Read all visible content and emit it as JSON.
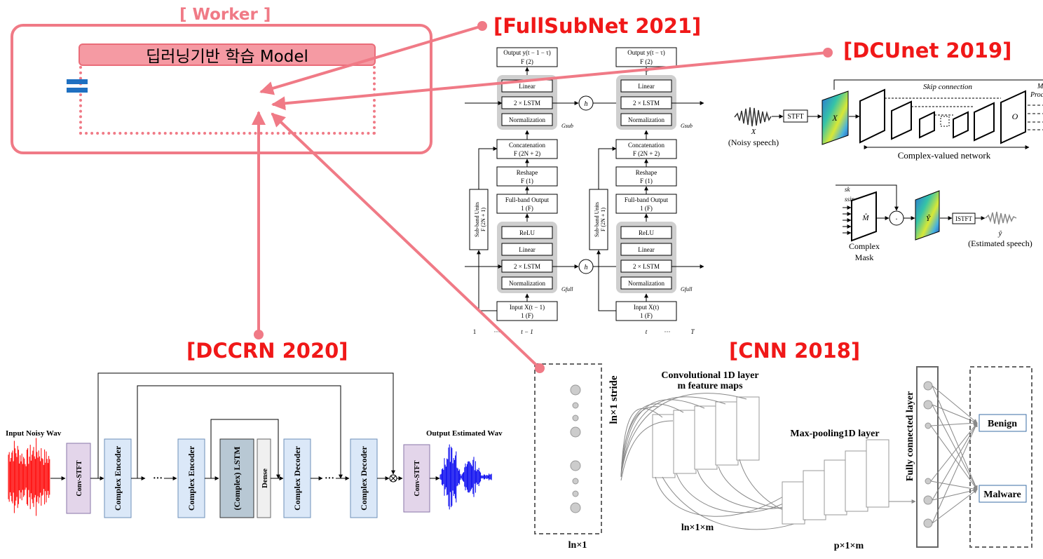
{
  "worker": {
    "label": "[ Worker ]",
    "model_label": "딥러닝기반 학습  Model"
  },
  "titles": {
    "fullsubnet": "[FullSubNet 2021]",
    "dcunet": "[DCUnet 2019]",
    "dccrn": "[DCCRN 2020]",
    "cnn": "[CNN 2018]"
  },
  "fullsubnet": {
    "output_left": "Output y(t − 1 − τ)",
    "output_left_dim": "F (2)",
    "output_right": "Output y(t − τ)",
    "output_right_dim": "F (2)",
    "linear": "Linear",
    "lstm": "2  ×  LSTM",
    "normalization": "Normalization",
    "g_sub": "Gsub",
    "g_full": "Gfull",
    "concatenation": "Concatenation",
    "concat_dim": "F (2N + 2)",
    "reshape": "Reshape",
    "reshape_dim": "F (1)",
    "fullband_output": "Full-band Output",
    "fullband_dim": "1 (F)",
    "relu": "ReLU",
    "subband_units": "Sub-band Units",
    "subband_dim": "F (2N + 1)",
    "input_left": "Input X(t − 1)",
    "input_right": "Input X(t)",
    "input_dim": "1 (F)",
    "h": "h",
    "time_axis": [
      "1",
      "···",
      "t − 1",
      "t",
      "···",
      "T"
    ]
  },
  "dcunet": {
    "skip_connection": "Skip connection",
    "noisy_x": "X",
    "noisy_speech": "(Noisy speech)",
    "stft": "STFT",
    "x_label": "X",
    "o_label": "O",
    "complex_network": "Complex-valued network",
    "mask_partial_1": "sk",
    "mask_partial_2": "ssing",
    "m_hat": "M̂",
    "y_hat_label": "Ŷ",
    "dot": "·",
    "istft": "ISTFT",
    "complex_mask_1": "Complex",
    "complex_mask_2": "Mask",
    "y_hat": "ŷ",
    "estimated_speech": "(Estimated speech)",
    "cut_1": "M",
    "cut_2": "Proc"
  },
  "dccrn": {
    "input": "Input Noisy Wav",
    "output": "Output Estimated Wav",
    "conv_stft_1": "Conv-STFT",
    "complex_encoder": "Complex Encoder",
    "lstm": "(Complex) LSTM",
    "dense": "Dense",
    "complex_decoder": "Complex Decoder",
    "conv_stft_2": "Conv-STFT",
    "ellipsis": "···"
  },
  "cnn": {
    "input_stride": "ln×1 stride",
    "input_dim": "ln×1",
    "conv_layer": "Convolutional 1D layer",
    "feature_maps": "m feature maps",
    "conv_dim": "ln×1×m",
    "maxpool_layer": "Max-pooling1D layer",
    "maxpool_dim": "p×1×m",
    "fc_layer": "Fully connected layer",
    "benign": "Benign",
    "malware": "Malware"
  },
  "colors": {
    "accent_pink": "#f07a86",
    "title_red": "#f01818",
    "wave_red": "#ff0000",
    "wave_blue": "#0000ee"
  }
}
